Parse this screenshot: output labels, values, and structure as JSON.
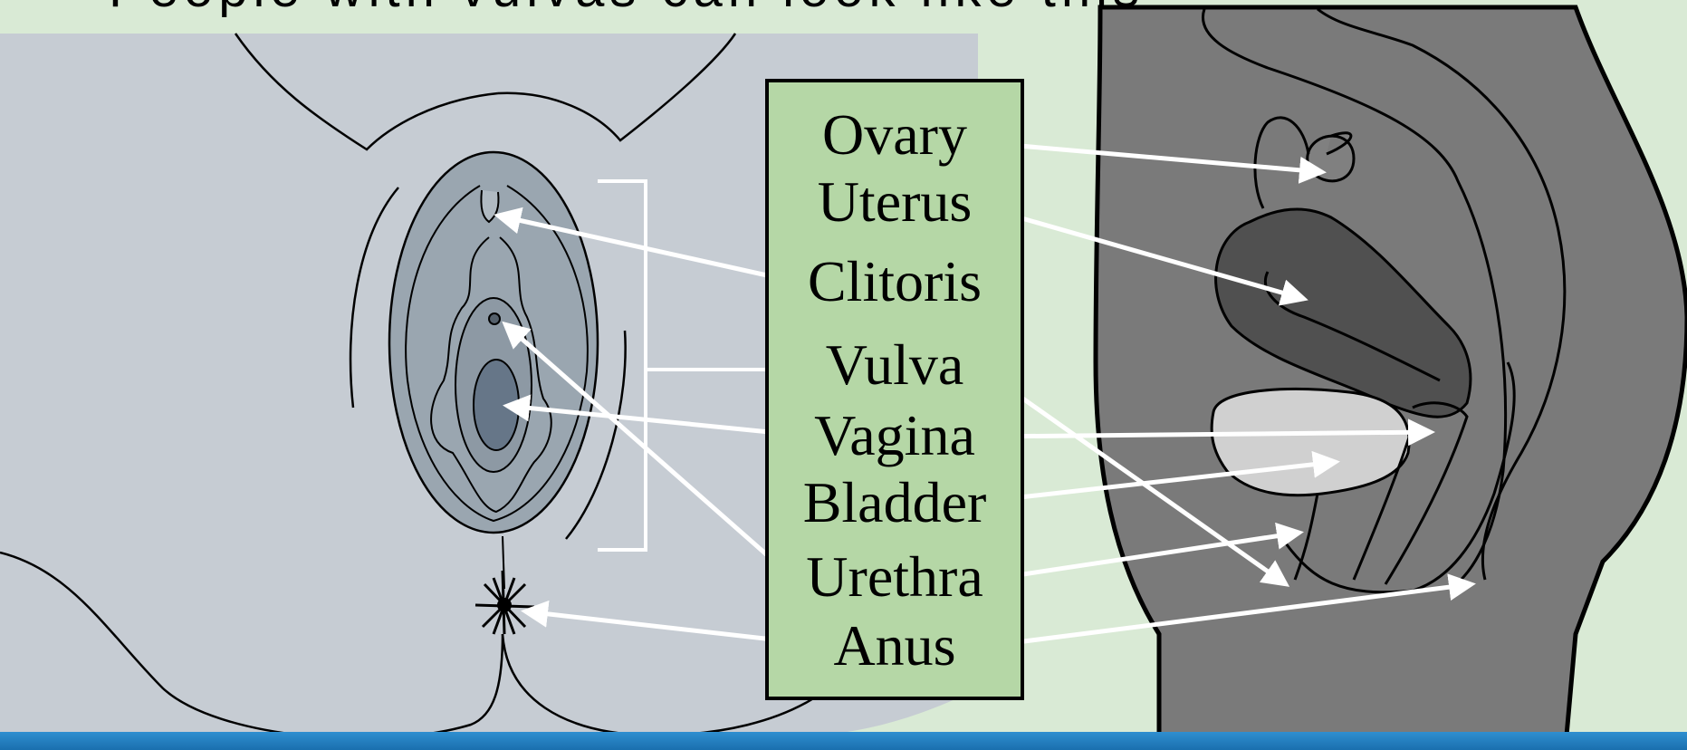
{
  "title_partial": "People with vulvas can look like this",
  "labels": {
    "ovary": "Ovary",
    "uterus": "Uterus",
    "clitoris": "Clitoris",
    "vulva": "Vulva",
    "vagina": "Vagina",
    "bladder": "Bladder",
    "urethra": "Urethra",
    "anus": "Anus"
  },
  "colors": {
    "background": "#d9ead5",
    "label_box": "#b5d7a6",
    "skin_front": "#c6ccd3",
    "vulva": "#9aa6b0",
    "side_body": "#7a7a7a",
    "bladder": "#d0d0d0",
    "uterus": "#505050",
    "arrows": "#ffffff",
    "bottom_bar": "#2f8fd0"
  }
}
